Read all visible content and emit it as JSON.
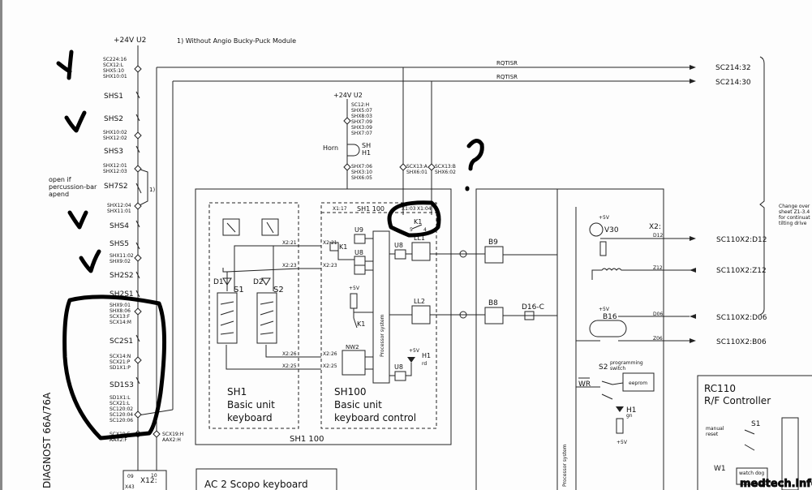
{
  "header": {
    "supply": "+24V  U2",
    "note": "1) Without Angio Bucky-Puck Module",
    "title_vertical": "DIAGNOST 66A/76A"
  },
  "left_chain": {
    "c1": [
      "SC224:16",
      "SCX12:L",
      "SHX5:10",
      "SHX10:01"
    ],
    "shs1": "SHS1",
    "shs2": "SHS2",
    "c2": [
      "SHX10:02",
      "SHX12:02"
    ],
    "shs3": "SHS3",
    "c3": [
      "SHX12:01",
      "SHX12:03"
    ],
    "open_note": [
      "open if",
      "percussion-bar",
      "apend"
    ],
    "sh7s2": "SH7S2",
    "footnote": "1)",
    "c4": [
      "SHX12:04",
      "SHX11:01"
    ],
    "shs4": "SHS4",
    "shs5": "SHS5",
    "c5": [
      "SHX11:02",
      "SHX9:02"
    ],
    "sh2s2": "SH2S2",
    "sh2s1": "SH2S1",
    "c6": [
      "SHX9:01",
      "SHX8:06",
      "SCX13:F",
      "SCX14:M"
    ],
    "sc2s1": "SC2S1",
    "c7": [
      "SCX14:N",
      "SCX21:P",
      "SD1X1:P"
    ],
    "sd1s3": "SD1S3",
    "c8": [
      "SD1X1:L",
      "SCX21:L",
      "SC120:02",
      "SC120:04",
      "SC120:06"
    ],
    "c9": [
      "SCX19:F",
      "AAX2:F"
    ],
    "c10": [
      "SCX19:H",
      "AAX2:H"
    ],
    "x12": "X12:",
    "x12_pins": [
      "09",
      "10"
    ],
    "x43": "X43"
  },
  "horn": {
    "supply": "+24V  U2",
    "c1": [
      "SC12:H",
      "SHX5:07",
      "SHX8:03",
      "SHX7:09",
      "SHX3:09",
      "SHX7:07"
    ],
    "label": "Horn",
    "ref": [
      "SH",
      "H1"
    ],
    "c2": [
      "SHX7:06",
      "SHX3:10",
      "SHX6:05"
    ],
    "k1a": [
      "SCX13:A",
      "SHX6:01"
    ],
    "k1b": [
      "SCX13:B",
      "SHX6:02"
    ]
  },
  "signals": {
    "rqtisr1": "RQTISR",
    "rqtisr2": "RQTISR",
    "sc214_32": "SC214:32",
    "sc214_30": "SC214:30"
  },
  "sh1100": {
    "label": "SH1 100",
    "sh1": {
      "title": "SH1",
      "desc1": "Basic unit",
      "desc2": "keyboard",
      "s1": "S1",
      "s2": "S2",
      "d1": "D1",
      "d2": "D2"
    },
    "sh100": {
      "title": "SH100",
      "desc1": "Basic unit",
      "desc2": "keyboard control",
      "header": [
        "X1:17",
        "SH1 100",
        "X1:03",
        "X1:04"
      ],
      "k1": "K1",
      "k1_pins": [
        "5",
        "4"
      ],
      "u9": "U9",
      "u8": "U8",
      "ll1": "LL1",
      "ll2": "LL2",
      "nw2": "NW2",
      "h1": "H1",
      "rd": "rd",
      "plus5v": "+5V",
      "processor": "Processor system"
    },
    "x2": [
      "X2:21",
      "X2:23",
      "X2:26",
      "X2:25"
    ]
  },
  "right_block": {
    "b9": "B9",
    "b8": "B8",
    "d16c": "D16-C",
    "v30": "V30",
    "plus5v": "+5V",
    "x2": "X2:",
    "pins": [
      "D12",
      "Z12",
      "D06",
      "Z06"
    ],
    "b16": "B16",
    "s2": "S2",
    "prog": [
      "programming",
      "switch"
    ],
    "wr": "WR",
    "eeprom": "eeprom",
    "h1": "H1",
    "gn": "gn",
    "processor": "Processor system"
  },
  "outputs": [
    "SC110X2:D12",
    "SC110X2:Z12",
    "SC110X2:D06",
    "SC110X2:B06"
  ],
  "side_note": [
    "Change over",
    "sheet Z1-3.4",
    "for continuat",
    "tilting drive"
  ],
  "rc110": {
    "title": "RC110",
    "subtitle": "R/F Controller",
    "manual": [
      "manual",
      "reset"
    ],
    "s1": "S1",
    "w1": "W1",
    "watchdog": "watch dog"
  },
  "ac2": "AC 2  Scopo keyboard",
  "watermark": "medtech.info"
}
